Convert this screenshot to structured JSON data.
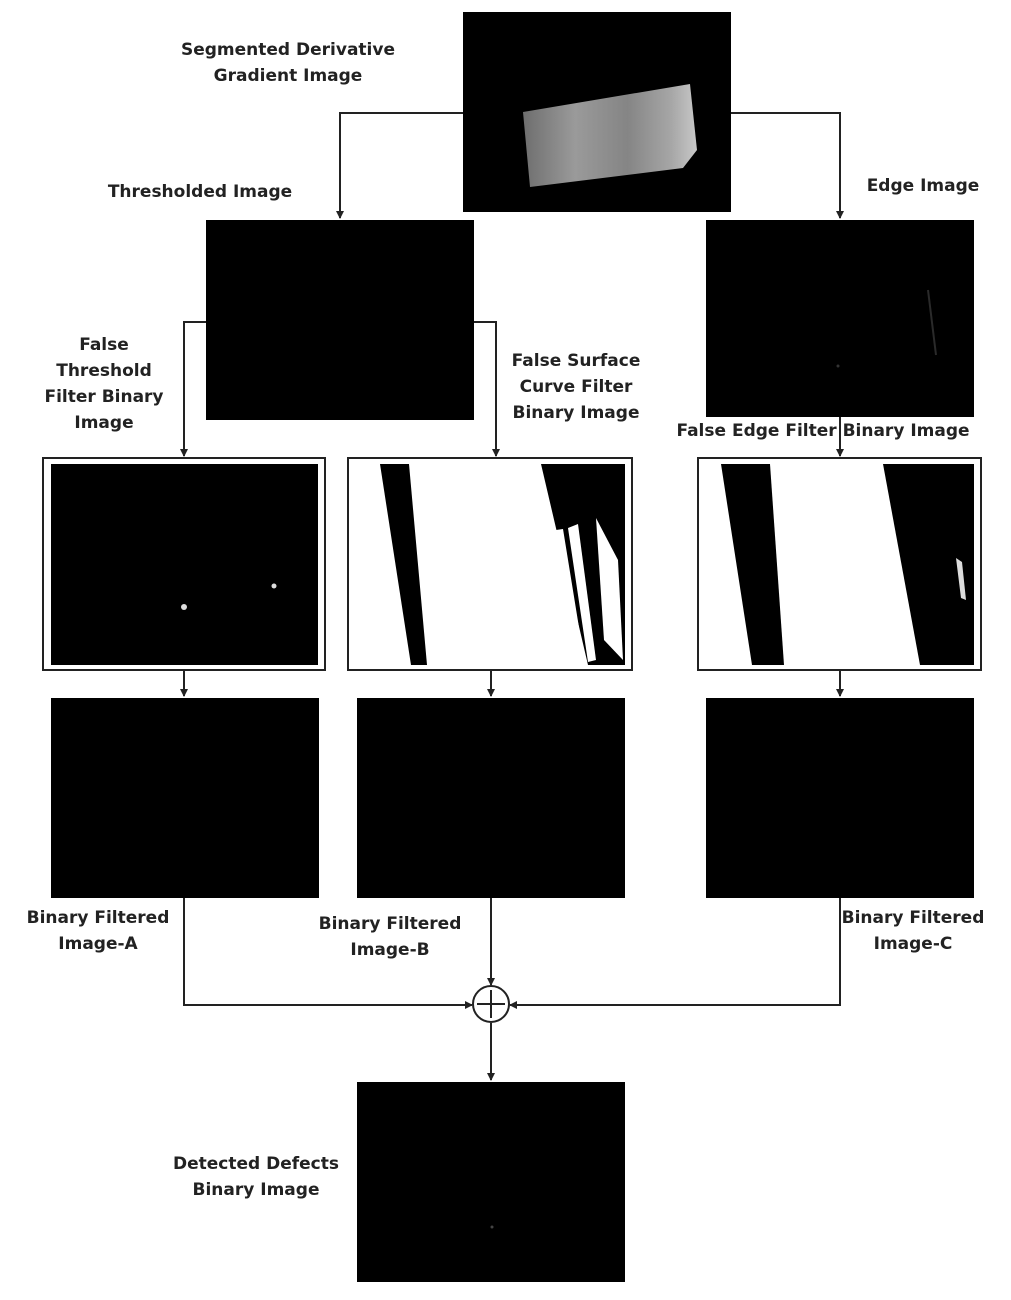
{
  "labels": {
    "segmented": "Segmented Derivative\nGradient Image",
    "thresholded": "Thresholded Image",
    "edge": "Edge  Image",
    "false_threshold": "False\nThreshold\nFilter Binary\nImage",
    "false_surface": "False Surface\nCurve Filter\nBinary Image",
    "false_edge": "False Edge Filter Binary Image",
    "binary_a": "Binary Filtered\nImage-A",
    "binary_b": "Binary Filtered\nImage-B",
    "binary_c": "Binary Filtered\nImage-C",
    "detected": "Detected Defects\nBinary Image"
  },
  "colors": {
    "line": "#222222",
    "image_fill": "#000000",
    "strip": "#8a8a8a",
    "background": "#ffffff"
  }
}
